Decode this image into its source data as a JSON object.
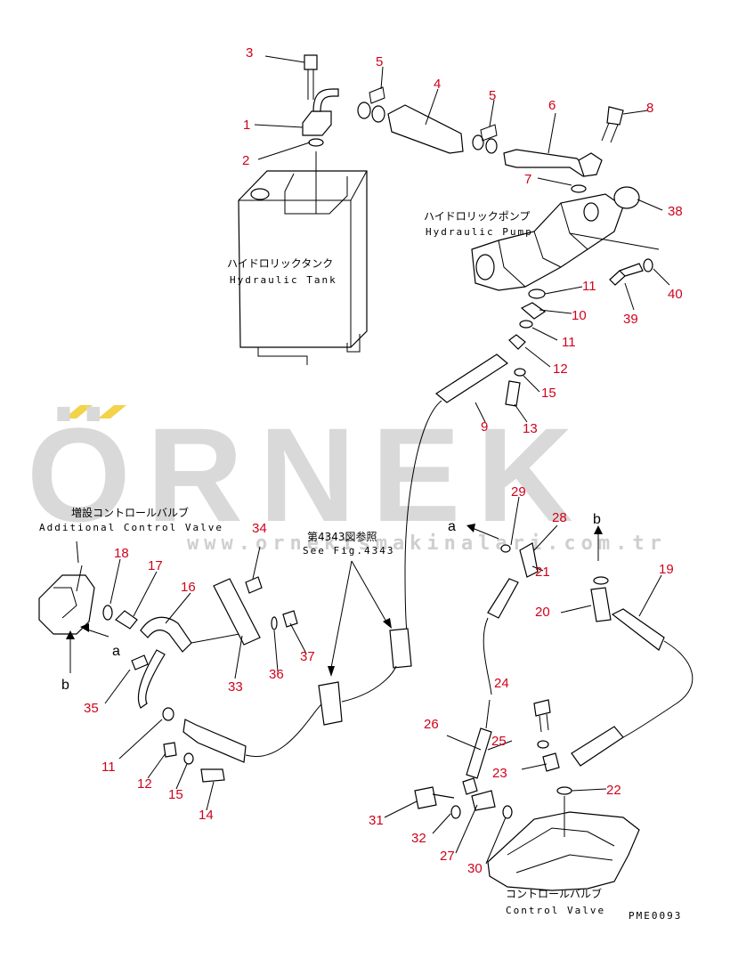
{
  "watermark": {
    "brand": "ÖRNEK",
    "url": "www.ornekismakinalari.com.tr"
  },
  "labels": {
    "tank_jp": "ハイドロリックタンク",
    "tank_en": "Hydraulic Tank",
    "pump_jp": "ハイドロリックポンプ",
    "pump_en": "Hydraulic Pump",
    "acv_jp": "増設コントロールバルブ",
    "acv_en": "Additional Control Valve",
    "fig_jp": "第4343図参照",
    "fig_en": "See Fig.4343",
    "cv_jp": "コントロールバルブ",
    "cv_en": "Control Valve",
    "code": "PME0093"
  },
  "letters": {
    "a1": "a",
    "a2": "a",
    "b1": "b",
    "b2": "b"
  },
  "parts": [
    "1",
    "2",
    "3",
    "4",
    "5",
    "5",
    "6",
    "7",
    "8",
    "9",
    "10",
    "11",
    "11",
    "11",
    "12",
    "12",
    "13",
    "14",
    "15",
    "15",
    "16",
    "17",
    "18",
    "19",
    "20",
    "21",
    "22",
    "23",
    "24",
    "25",
    "26",
    "27",
    "28",
    "29",
    "30",
    "31",
    "32",
    "33",
    "34",
    "35",
    "36",
    "37",
    "38",
    "39",
    "40"
  ]
}
